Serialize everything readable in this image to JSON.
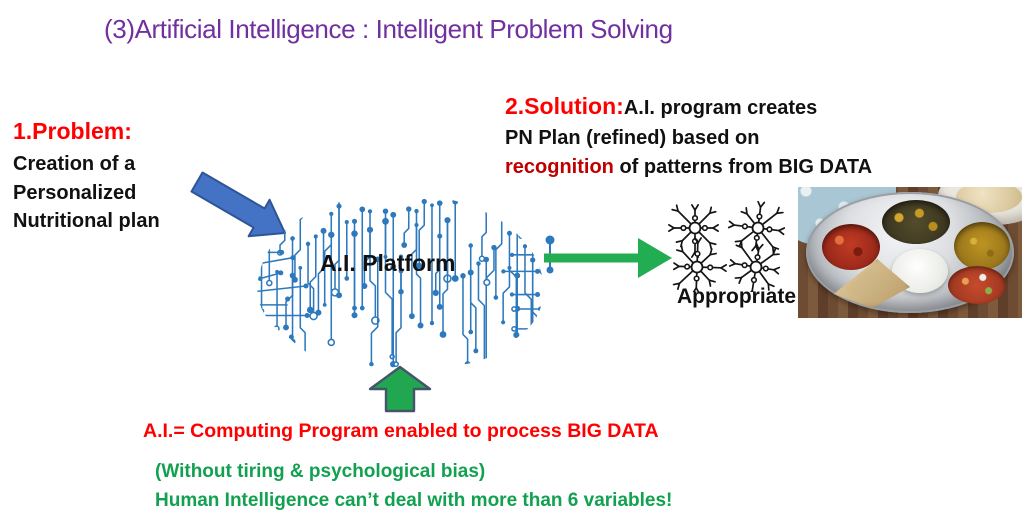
{
  "slide": {
    "title": "(3)Artificial Intelligence : Intelligent Problem Solving",
    "problem": {
      "heading": "1.Problem:",
      "lines": [
        "Creation of a",
        "Personalized",
        "Nutritional plan"
      ]
    },
    "solution": {
      "heading": "2.Solution:",
      "line1_rest": "A.I. program creates",
      "line2": "PN Plan (refined) based on",
      "line3_red": "recognition",
      "line3_rest": " of patterns from BIG DATA"
    },
    "platform_label": "A.I. Platform",
    "appropriate_label": "Appropriate",
    "ai_definition": "A.I.= Computing Program enabled to process BIG DATA",
    "notes": [
      "(Without tiring & psychological bias)",
      "Human Intelligence can’t deal with more than 6 variables!"
    ],
    "graphics": {
      "blue_arrow": "block-arrow-down-right",
      "brain": "circuit-board-brain",
      "green_arrow_right": "arrow-right",
      "green_arrow_up": "block-arrow-up",
      "neural_network": "neuron-sketch",
      "photo": "indian-thali-meal-plate"
    },
    "colors": {
      "title_purple": "#7030A0",
      "bright_red": "#FF0000",
      "dark_red": "#C00000",
      "green_text": "#12A150",
      "brain_blue": "#2E79BD",
      "arrow_blue_fill": "#4472C4",
      "arrow_blue_stroke": "#2F5597",
      "arrow_green": "#22AD53",
      "up_arrow_stroke": "#44546A"
    }
  }
}
